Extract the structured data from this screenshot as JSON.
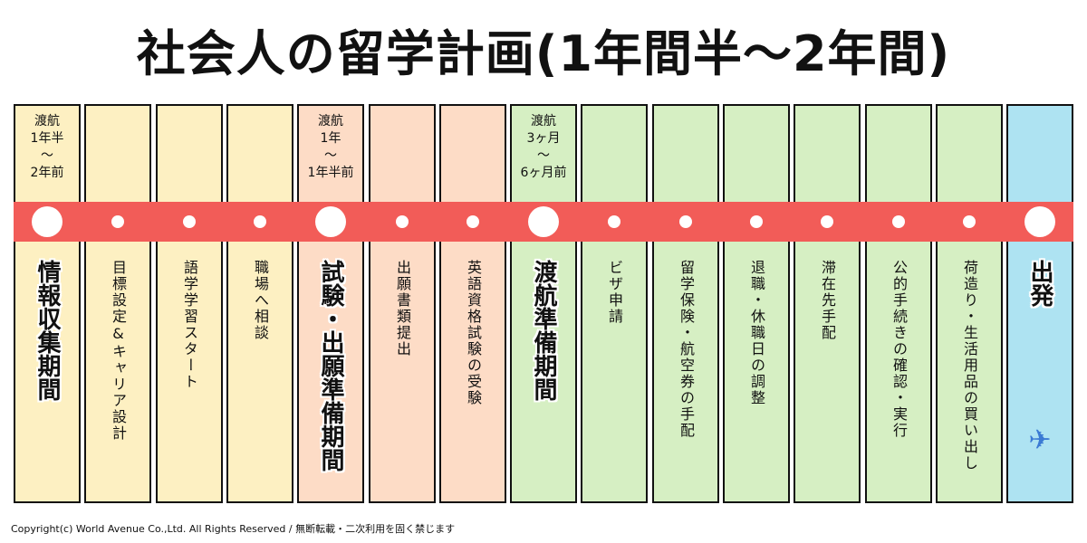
{
  "title": "社会人の留学計画(1年間半〜2年間)",
  "colors": {
    "yellow": "#fdf0c2",
    "peach": "#fddcc6",
    "green": "#d6efc3",
    "blue": "#aee3f2",
    "timeline": "#f25c58"
  },
  "columns": [
    {
      "timing": "渡航\n1年半\n〜\n2年前",
      "label": "情報収集期間",
      "major": true,
      "color": "yellow"
    },
    {
      "timing": "",
      "label": "目標設定&キャリア設計",
      "major": false,
      "color": "yellow"
    },
    {
      "timing": "",
      "label": "語学学習スタート",
      "major": false,
      "color": "yellow"
    },
    {
      "timing": "",
      "label": "職場へ相談",
      "major": false,
      "color": "yellow"
    },
    {
      "timing": "渡航\n1年\n〜\n1年半前",
      "label": "試験・出願準備期間",
      "major": true,
      "color": "peach"
    },
    {
      "timing": "",
      "label": "出願書類提出",
      "major": false,
      "color": "peach"
    },
    {
      "timing": "",
      "label": "英語資格試験の受験",
      "major": false,
      "color": "peach"
    },
    {
      "timing": "渡航\n3ヶ月\n〜\n6ヶ月前",
      "label": "渡航準備期間",
      "major": true,
      "color": "green"
    },
    {
      "timing": "",
      "label": "ビザ申請",
      "major": false,
      "color": "green"
    },
    {
      "timing": "",
      "label": "留学保険・航空券の手配",
      "major": false,
      "color": "green"
    },
    {
      "timing": "",
      "label": "退職・休職日の調整",
      "major": false,
      "color": "green"
    },
    {
      "timing": "",
      "label": "滞在先手配",
      "major": false,
      "color": "green"
    },
    {
      "timing": "",
      "label": "公的手続きの確認・実行",
      "major": false,
      "color": "green"
    },
    {
      "timing": "",
      "label": "荷造り・生活用品の買い出し",
      "major": false,
      "color": "green"
    },
    {
      "timing": "",
      "label": "出発",
      "major": true,
      "color": "blue",
      "icon": "airplane-icon"
    }
  ],
  "footer": "Copyright(c) World Avenue Co.,Ltd. All Rights Reserved / 無断転載・二次利用を固く禁じます"
}
